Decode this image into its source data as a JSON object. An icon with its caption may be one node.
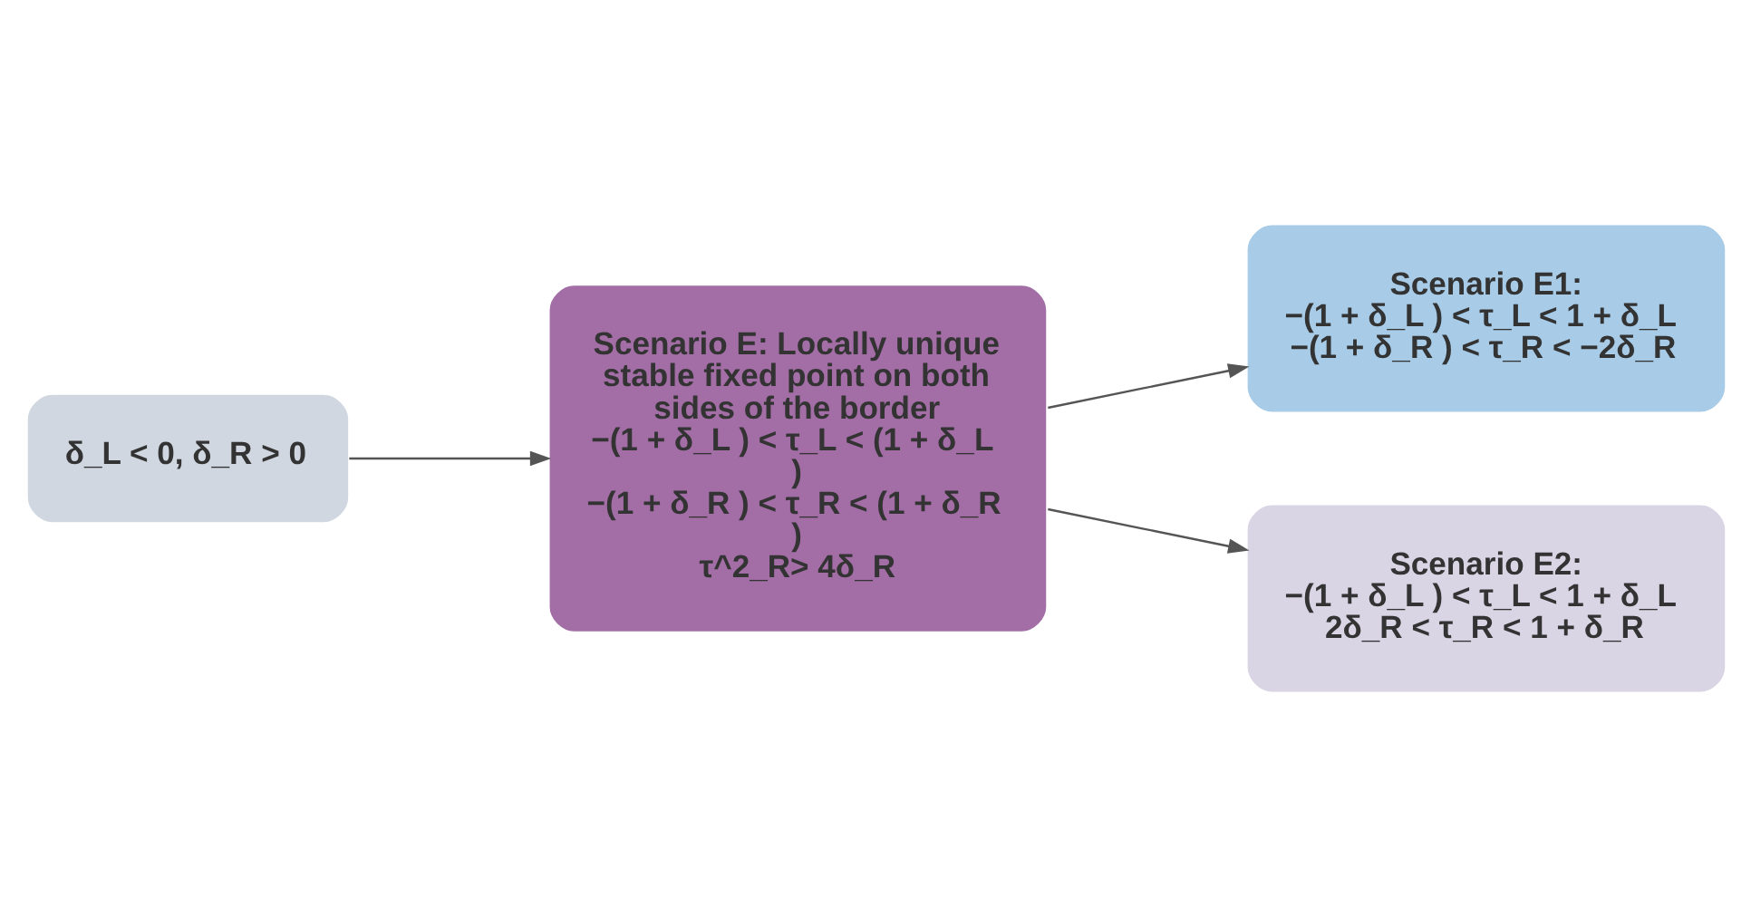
{
  "diagram": {
    "nodes": [
      {
        "text": [
          "δ_L < 0, δ_R > 0"
        ]
      },
      {
        "text": [
          "Scenario E: Locally unique stable fixed point on both sides of the border",
          "−(1 + δ_L ) < τ_L < (1 + δ_L )",
          "−(1 + δ_R ) < τ_R < (1 + δ_R )",
          "τ^2_R> 4δ_R"
        ]
      },
      {
        "text": [
          "Scenario E1:",
          "−(1 + δ_L ) < τ_L < 1 + δ_L",
          "−(1 + δ_R ) < τ_R < −2δ_R"
        ]
      },
      {
        "text": [
          "Scenario E2:",
          "−(1 + δ_L ) < τ_L < 1 + δ_L",
          "2δ_R < τ_R < 1 + δ_R"
        ]
      }
    ],
    "edges": [
      {
        "from": 0,
        "to": 1,
        "arrow": "to"
      },
      {
        "from": 1,
        "to": 2,
        "arrow": "to"
      },
      {
        "from": 1,
        "to": 3,
        "arrow": "to"
      }
    ]
  }
}
